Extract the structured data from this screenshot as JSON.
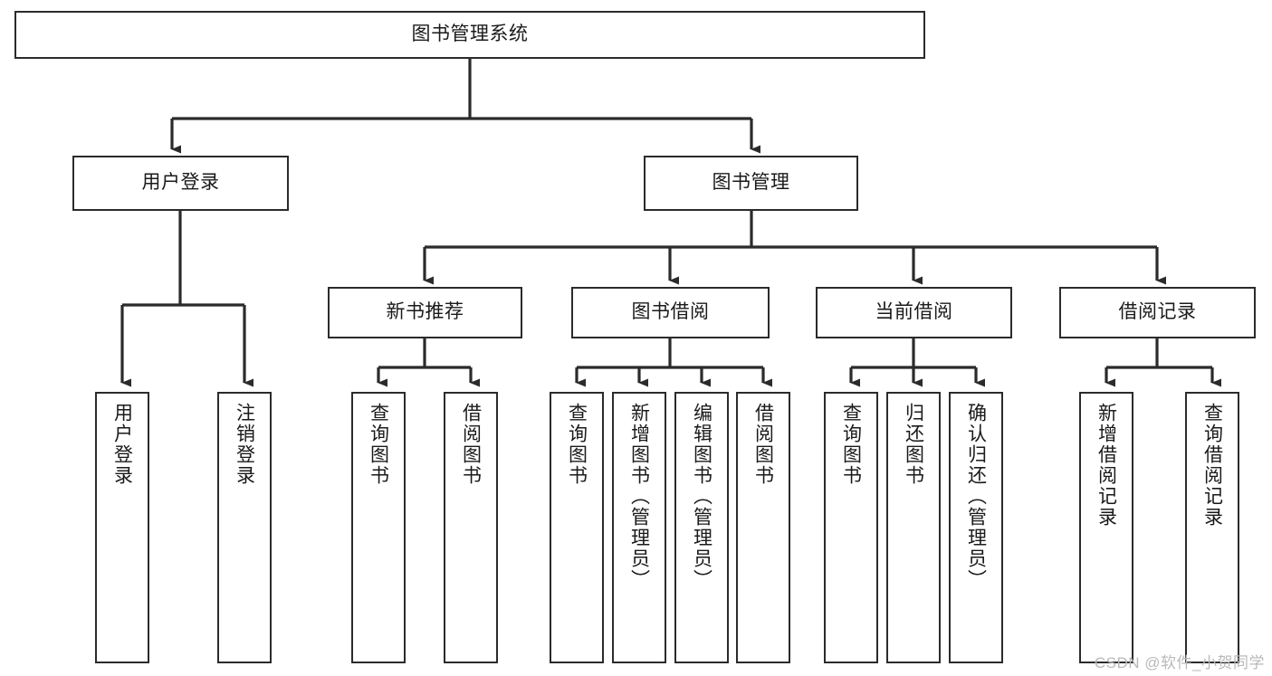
{
  "diagram": {
    "title": "图书管理系统",
    "type": "functional-structure-tree",
    "watermark": "CSDN @软件_小贺同学",
    "line_color": "#2b2b2b",
    "box_fill": "#ffffff",
    "text_color": "#1a1a1a",
    "watermark_color": "#b9b9b9",
    "levels": {
      "level1": [
        {
          "id": "root",
          "label": "图书管理系统"
        }
      ],
      "level2": [
        {
          "id": "user-login",
          "label": "用户登录",
          "parent": "root"
        },
        {
          "id": "book-manage",
          "label": "图书管理",
          "parent": "root"
        }
      ],
      "level3": [
        {
          "id": "new-book-rec",
          "label": "新书推荐",
          "parent": "book-manage"
        },
        {
          "id": "book-borrow",
          "label": "图书借阅",
          "parent": "book-manage"
        },
        {
          "id": "current-borrow",
          "label": "当前借阅",
          "parent": "book-manage"
        },
        {
          "id": "borrow-record",
          "label": "借阅记录",
          "parent": "book-manage"
        }
      ],
      "level4": [
        {
          "id": "leaf-user-login",
          "label": "用户登录",
          "parent": "user-login"
        },
        {
          "id": "leaf-user-logout",
          "label": "注销登录",
          "parent": "user-login"
        },
        {
          "id": "leaf-rec-query",
          "label": "查询图书",
          "parent": "new-book-rec"
        },
        {
          "id": "leaf-rec-borrow",
          "label": "借阅图书",
          "parent": "new-book-rec"
        },
        {
          "id": "leaf-borrow-query",
          "label": "查询图书",
          "parent": "book-borrow"
        },
        {
          "id": "leaf-borrow-add",
          "label": "新增图书（管理员）",
          "parent": "book-borrow"
        },
        {
          "id": "leaf-borrow-edit",
          "label": "编辑图书（管理员）",
          "parent": "book-borrow"
        },
        {
          "id": "leaf-borrow-do",
          "label": "借阅图书",
          "parent": "book-borrow"
        },
        {
          "id": "leaf-cur-query",
          "label": "查询图书",
          "parent": "current-borrow"
        },
        {
          "id": "leaf-cur-return",
          "label": "归还图书",
          "parent": "current-borrow"
        },
        {
          "id": "leaf-cur-confirm",
          "label": "确认归还（管理员）",
          "parent": "current-borrow"
        },
        {
          "id": "leaf-rec-add",
          "label": "新增借阅记录",
          "parent": "borrow-record"
        },
        {
          "id": "leaf-rec-query2",
          "label": "查询借阅记录",
          "parent": "borrow-record"
        }
      ]
    }
  }
}
